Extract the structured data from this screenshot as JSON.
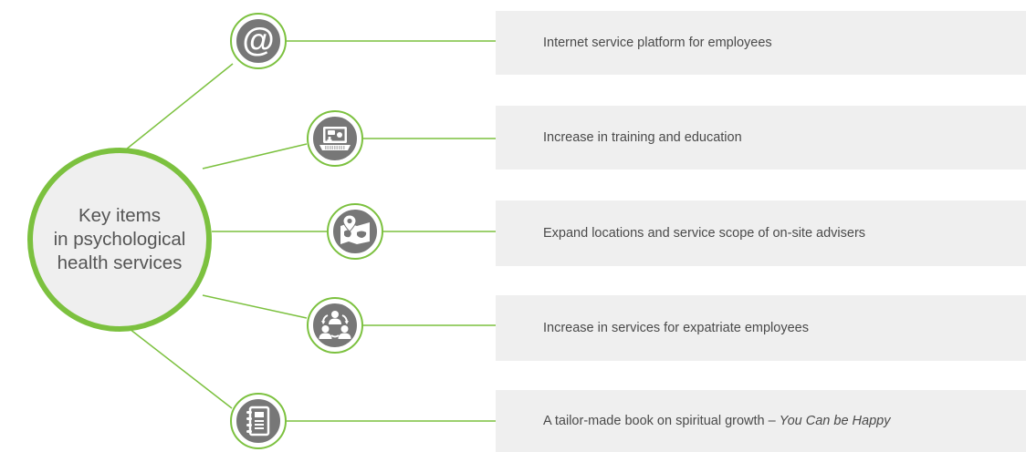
{
  "hub": {
    "lines": [
      "Key items",
      "in psychological",
      "health services"
    ]
  },
  "items": [
    {
      "label": "Internet service platform for employees",
      "icon": "at-sign-icon"
    },
    {
      "label": "Increase in training and education",
      "icon": "laptop-chat-icon"
    },
    {
      "label": "Expand locations and service scope of on-site advisers",
      "icon": "map-location-icon"
    },
    {
      "label": "Increase in services for expatriate employees",
      "icon": "people-exchange-icon"
    },
    {
      "label": "A tailor-made book on spiritual growth – ",
      "label_italic": "You Can be Happy",
      "icon": "notebook-icon"
    }
  ],
  "colors": {
    "accent": "#7cc13f",
    "icon_fill": "#777777",
    "box_bg": "#efefef",
    "text": "#4a4a4a"
  }
}
